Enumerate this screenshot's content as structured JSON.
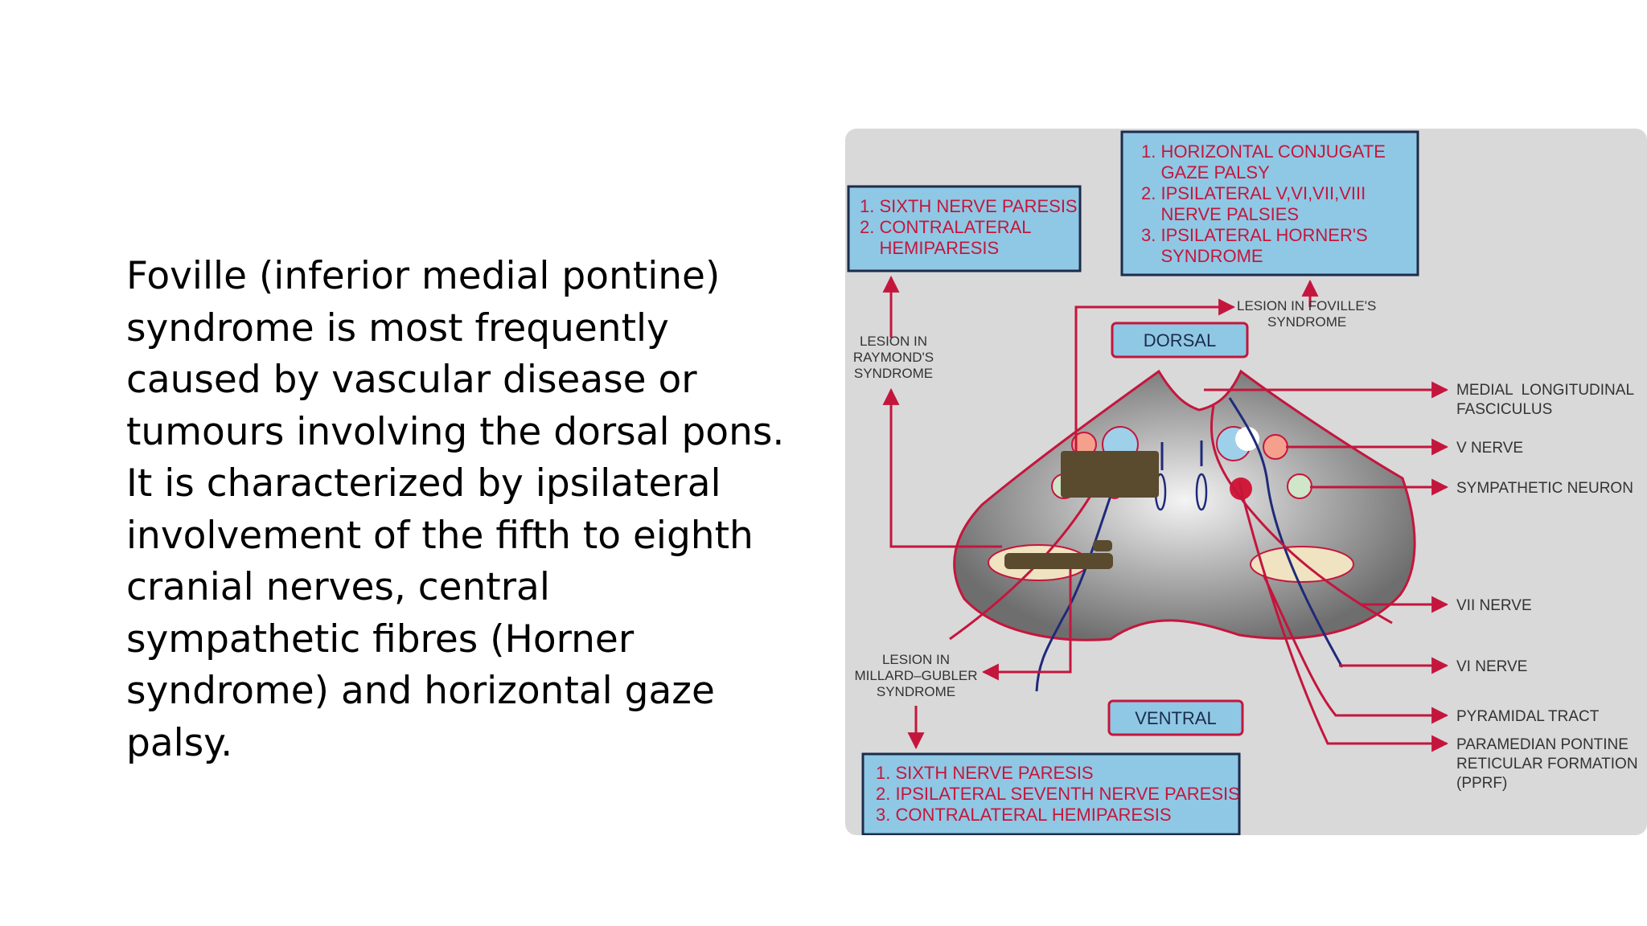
{
  "slide": {
    "paragraph": [
      "Foville (inferior medial pontine)",
      "syndrome is most frequently",
      "caused by vascular disease or",
      "tumours involving the dorsal pons.",
      "It is characterized by ipsilateral",
      "involvement of the fifth to eighth",
      "cranial nerves, central",
      "sympathetic fibres (Horner",
      "syndrome) and horizontal gaze",
      "palsy."
    ]
  },
  "diagram": {
    "boxes": {
      "raymond": [
        "1. SIXTH NERVE PARESIS",
        "2. CONTRALATERAL",
        "    HEMIPARESIS"
      ],
      "foville": [
        "1. HORIZONTAL CONJUGATE",
        "    GAZE PALSY",
        "2. IPSILATERAL V,VI,VII,VIII",
        "    NERVE PALSIES",
        "3. IPSILATERAL HORNER'S",
        "    SYNDROME"
      ],
      "millard_gubler": [
        "1. SIXTH NERVE PARESIS",
        "2. IPSILATERAL SEVENTH NERVE PARESIS",
        "3. CONTRALATERAL HEMIPARESIS"
      ]
    },
    "tags": {
      "dorsal": "DORSAL",
      "ventral": "VENTRAL"
    },
    "lesion_labels": {
      "raymond": [
        "LESION IN",
        "RAYMOND'S",
        "SYNDROME"
      ],
      "foville": [
        "LESION IN FOVILLE'S",
        "SYNDROME"
      ],
      "millard_gubler": [
        "LESION IN",
        "MILLARD–GUBLER",
        "SYNDROME"
      ]
    },
    "right_labels": {
      "mlf": [
        "MEDIAL  LONGITUDINAL",
        "FASCICULUS"
      ],
      "v_nerve": "V NERVE",
      "sympathetic": "SYMPATHETIC NEURON",
      "vii_nerve": "VII NERVE",
      "vi_nerve": "VI NERVE",
      "pyramidal": "PYRAMIDAL TRACT",
      "pprf": [
        "PARAMEDIAN PONTINE",
        "RETICULAR FORMATION",
        "(PPRF)"
      ]
    },
    "colors": {
      "accent_red": "#c4163d",
      "box_fill": "#8fc8e4",
      "box_border": "#1c2c4c",
      "nerve_blue": "#1f2a7a",
      "lesion_brown": "#5a4a2e",
      "panel_bg": "#d9d9d9"
    }
  }
}
